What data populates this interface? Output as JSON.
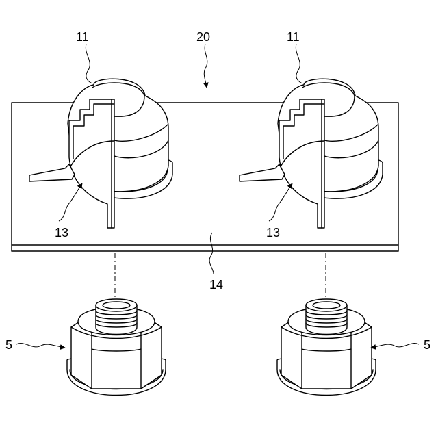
{
  "labels": {
    "cap_left": "11",
    "cap_right": "11",
    "assembly": "20",
    "recess_left": "13",
    "recess_right": "13",
    "plate": "14",
    "nut_left": "5",
    "nut_right": "5"
  }
}
